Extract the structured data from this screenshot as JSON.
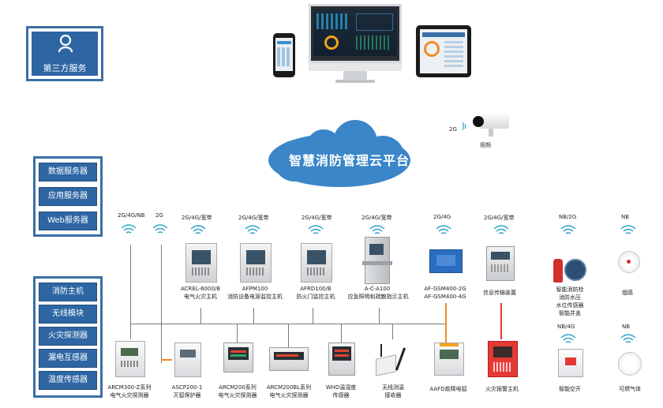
{
  "third_party": {
    "label": "第三方服务"
  },
  "cloud": {
    "label": "智慧消防管理云平台"
  },
  "camera": {
    "network": "2G",
    "label": "视频"
  },
  "servers": [
    "数据服务器",
    "应用服务器",
    "Web服务器"
  ],
  "modules": [
    "消防主机",
    "无线模块",
    "火灾探测器",
    "漏电互感器",
    "温度传感器"
  ],
  "networks": {
    "n1": "2G/4G/NB",
    "n2": "2G",
    "n3": "2G/4G/宽带",
    "n4": "2G/4G/宽带",
    "n5": "2G/4G/宽带",
    "n6": "2G/4G/宽带",
    "n7": "2G/4G",
    "n8": "2G/4G/宽带",
    "n9": "NB/2G",
    "n10": "NB",
    "n11": "NB/4G",
    "n12": "NB"
  },
  "top_devices": {
    "acrel": [
      "ACREL-6000/B",
      "电气火灾主机"
    ],
    "afpm": [
      "AFPM100",
      "消防设备电源监控主机"
    ],
    "afrd": [
      "AFRD100/B",
      "防火门监控主机"
    ],
    "aca": [
      "A-C-A100",
      "应急照明和疏散指示主机"
    ],
    "gsm": [
      "AF-GSM400-2G",
      "AF-GSM400-4G"
    ],
    "info": [
      "信息传输装置"
    ],
    "hydrant": [
      "智能消防栓",
      "消防水压",
      "水位传感器",
      "智能井盖"
    ],
    "smoke": [
      "烟感"
    ]
  },
  "bottom_devices": {
    "arcm300": [
      "ARCM300-Z系列",
      "电气火灾探测器"
    ],
    "ascp": [
      "ASCP200-1",
      "灭弧保护器"
    ],
    "arcm200": [
      "ARCM200系列",
      "电气火灾探测器"
    ],
    "arcm200bl": [
      "ARCM200BL系列",
      "电气火灾探测器"
    ],
    "whd": [
      "WHD温湿度",
      "传感器"
    ],
    "wireless": [
      "无线测温",
      "接收器"
    ],
    "aafd": [
      "AAFD故障电弧"
    ],
    "fire_host": [
      "火灾报警主机"
    ],
    "breaker": [
      "智能空开"
    ],
    "gas": [
      "可燃气体"
    ]
  },
  "colors": {
    "brand": "#2e66a4",
    "cloud": "#3b86c8",
    "line": "#7a7a7a",
    "orange": "#f28c28",
    "red": "#e03a2a"
  }
}
